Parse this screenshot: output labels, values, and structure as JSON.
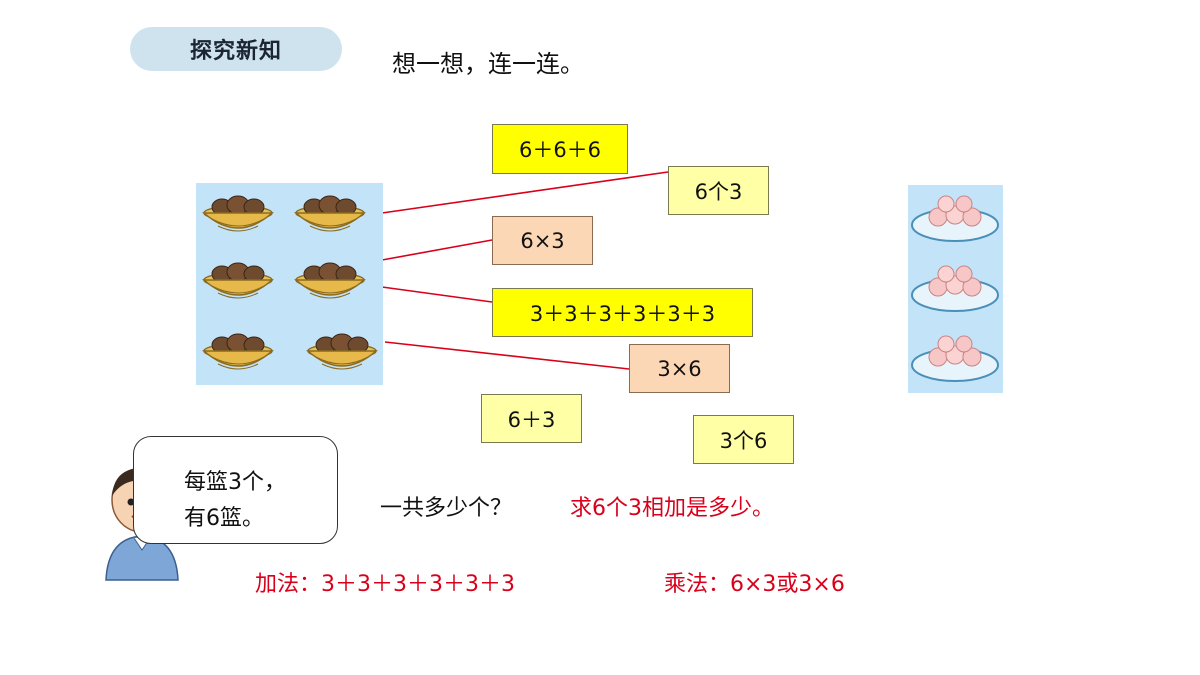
{
  "header": {
    "title": "探究新知",
    "instruction": "想一想，连一连。"
  },
  "cards": {
    "c1": "6＋6＋6",
    "c2": "6个3",
    "c3": "6×3",
    "c4": "3＋3＋3＋3＋3＋3",
    "c5": "3×6",
    "c6": "6＋3",
    "c7": "3个6"
  },
  "speech": {
    "line1": "每篮3个，",
    "line2": "有6篮。"
  },
  "question": {
    "text": "一共多少个？",
    "answer": "求6个3相加是多少。"
  },
  "methods": {
    "addition": "加法：3＋3＋3＋3＋3＋3",
    "multiplication": "乘法：6×3或3×6"
  },
  "colors": {
    "card_yellow": "#ffff00",
    "card_pale_yellow": "#ffffa6",
    "card_peach": "#fcd7b6",
    "answer_red": "#d9001b",
    "connector_red": "#d9001b",
    "title_pill": "#cfe3ef",
    "panel_blue": "#c3e3f8"
  },
  "icons": {
    "basket": "pinecone-basket-icon",
    "plate": "peach-plate-icon",
    "character": "boy-character-icon"
  }
}
